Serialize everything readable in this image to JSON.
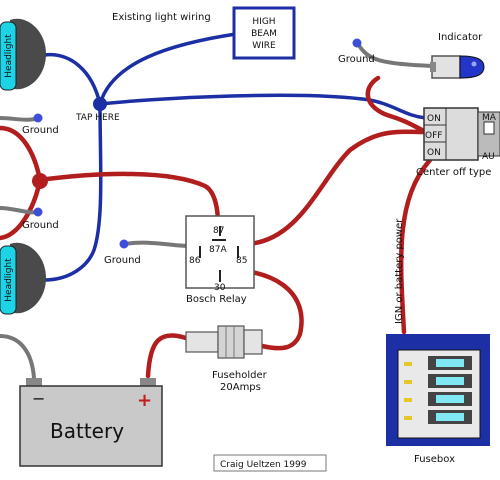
{
  "labels": {
    "existing_wiring": "Existing light wiring",
    "high_beam_box": [
      "HIGH",
      "BEAM",
      "WIRE"
    ],
    "indicator": "Indicator",
    "ground": "Ground",
    "tap_here": "TAP HERE",
    "headlight": "Headlight",
    "switch_on": "ON",
    "switch_off": "OFF",
    "switch_man": "MA",
    "switch_auto": "AU",
    "switch_type": "Center off type",
    "relay_title": "Bosch Relay",
    "relay_pins": {
      "p87": "87",
      "p87a": "87A",
      "p86": "86",
      "p85": "85",
      "p30": "30"
    },
    "ign_power": "IGN or battery power",
    "fuseholder": "Fuseholder",
    "fuse_rating": "20Amps",
    "battery": "Battery",
    "battery_minus": "−",
    "battery_plus": "+",
    "fusebox": "Fusebox",
    "credit": "Craig Ueltzen 1999"
  },
  "colors": {
    "wire_red": "#b21e1e",
    "wire_blue": "#1c2fa5",
    "wire_gray": "#777777",
    "headlight_lens": "#1fd3e6",
    "fusebox_blue": "#1c2fa5",
    "fuse_cyan": "#7fe8f2",
    "battery_gray": "#c9c9c9",
    "indicator_blue": "#2336c9"
  }
}
